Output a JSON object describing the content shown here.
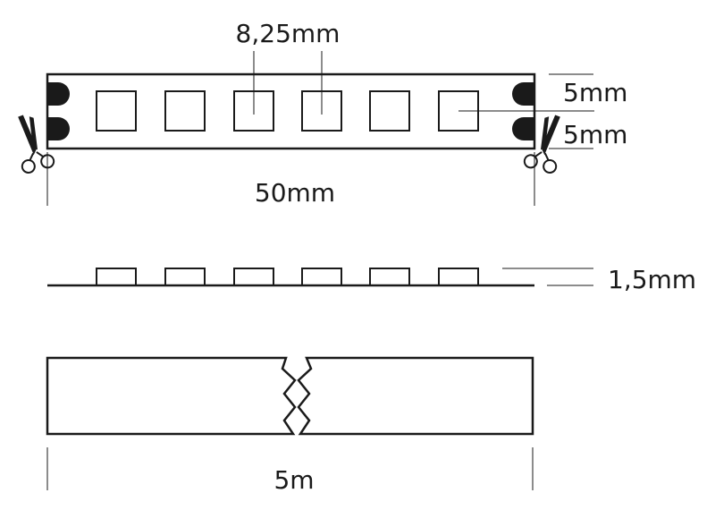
{
  "labels": {
    "led_pitch": "8,25mm",
    "pad_height_top": "5mm",
    "pad_height_bottom": "5mm",
    "cut_length": "50mm",
    "thickness": "1,5mm",
    "total_length": "5m"
  },
  "icons": {
    "cut_mark": "scissors-icon",
    "break_mark": "zigzag-break-icon"
  },
  "colors": {
    "line": "#1a1a1a",
    "background": "#ffffff"
  }
}
